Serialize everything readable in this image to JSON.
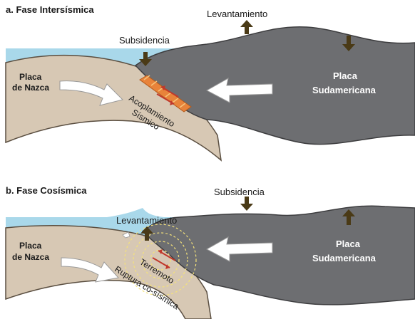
{
  "panels": {
    "a": {
      "title": "a. Fase Intersísmica",
      "uplift_label": "Levantamiento",
      "subsidence_label": "Subsidencia",
      "nazca_line1": "Placa",
      "nazca_line2": "de Nazca",
      "southam_line1": "Placa",
      "southam_line2": "Sudamericana",
      "coupling_line1": "Acoplamiento",
      "coupling_line2": "Sísmico"
    },
    "b": {
      "title": "b. Fase Cosísmica",
      "subsidence_label": "Subsidencia",
      "uplift_label": "Levantamiento",
      "nazca_line1": "Placa",
      "nazca_line2": "de Nazca",
      "southam_line1": "Placa",
      "southam_line2": "Sudamericana",
      "quake_line1": "Terremoto",
      "quake_line2": "Ruptura co-sísmica"
    }
  },
  "colors": {
    "ocean": "#a9d8ea",
    "nazca_plate": "#d7c8b4",
    "southamerican_plate": "#6d6e71",
    "arrow_dark": "#4a3a16",
    "arrow_light": "#ffffff",
    "coupling_zone": "#e8833a",
    "slip_arrow": "#c0392b",
    "rupture_rings": "#f4e27a"
  }
}
